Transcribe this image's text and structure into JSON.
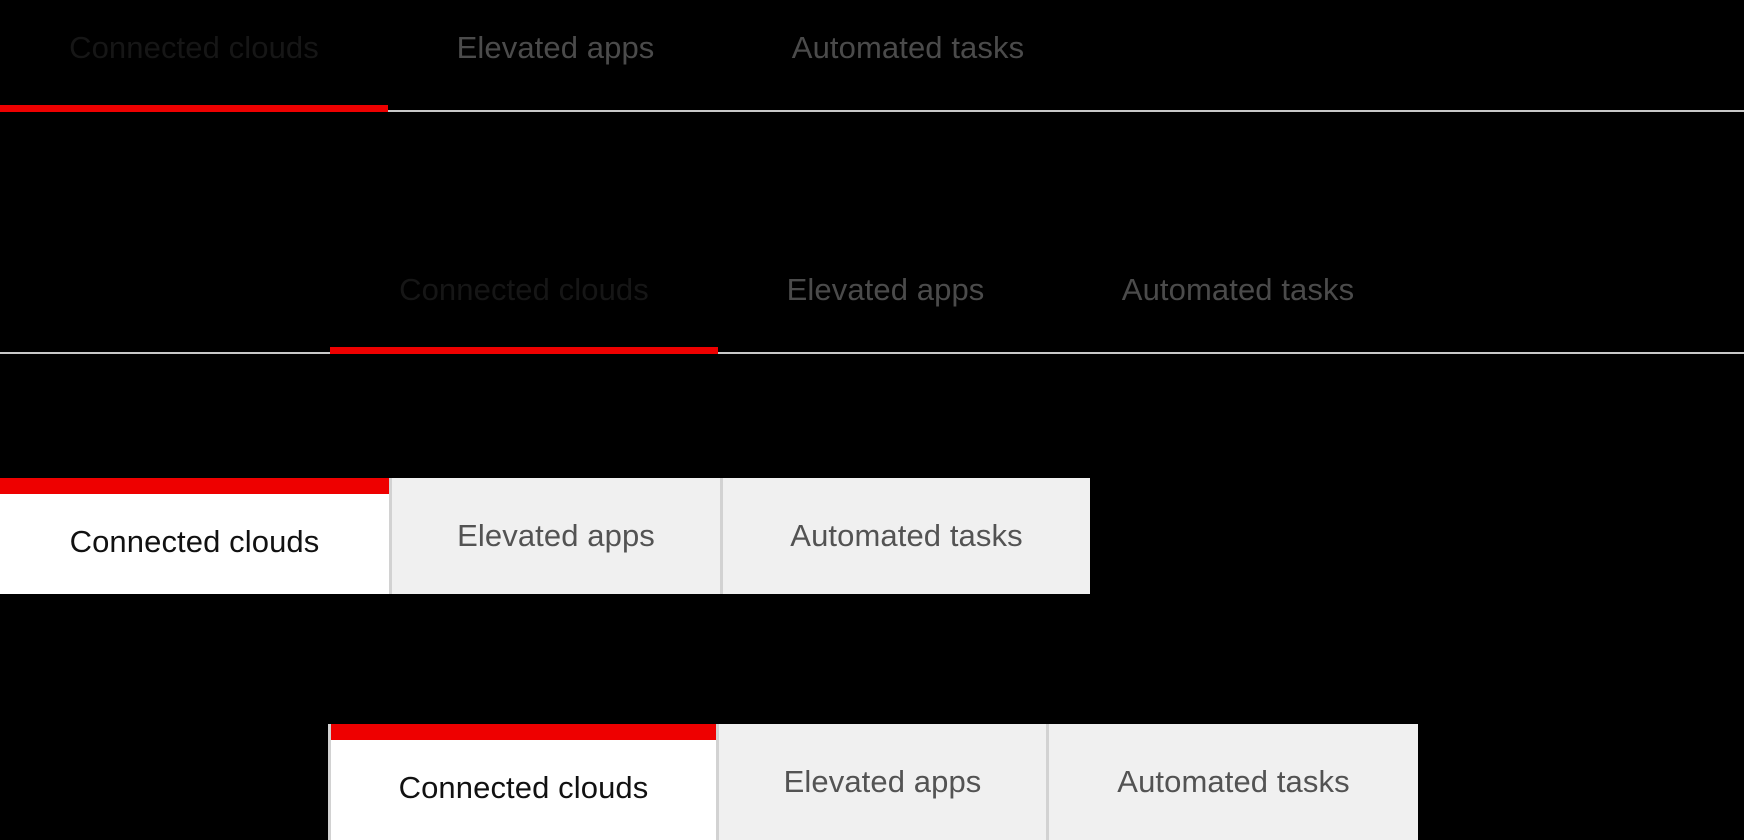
{
  "theme": {
    "page_background": "#000000",
    "accent_red": "#ee0000",
    "active_tab_surface": "#ffffff",
    "inactive_tab_surface": "#f0f0f0",
    "divider_gray": "#d2d2d2",
    "baseline_gray": "#c9c9c9",
    "active_text_on_dark": "#161616",
    "inactive_text_on_dark": "#4b4b4b",
    "active_text_on_light": "#111111",
    "inactive_text_on_light": "#535353"
  },
  "tab_labels": {
    "connected_clouds": "Connected clouds",
    "elevated_apps": "Elevated apps",
    "automated_tasks": "Automated tasks"
  },
  "variants": [
    {
      "id": "underline-flush",
      "style": "underline",
      "active_index": 0,
      "tabs": [
        {
          "label": "Connected clouds",
          "state": "active"
        },
        {
          "label": "Elevated apps",
          "state": "inactive"
        },
        {
          "label": "Automated tasks",
          "state": "inactive"
        }
      ]
    },
    {
      "id": "underline-indented",
      "style": "underline",
      "active_index": 0,
      "tabs": [
        {
          "label": "Connected clouds",
          "state": "active"
        },
        {
          "label": "Elevated apps",
          "state": "inactive"
        },
        {
          "label": "Automated tasks",
          "state": "inactive"
        }
      ]
    },
    {
      "id": "boxed-flush",
      "style": "boxed",
      "active_index": 0,
      "tabs": [
        {
          "label": "Connected clouds",
          "state": "active"
        },
        {
          "label": "Elevated apps",
          "state": "inactive"
        },
        {
          "label": "Automated tasks",
          "state": "inactive"
        }
      ]
    },
    {
      "id": "boxed-indented",
      "style": "boxed",
      "active_index": 0,
      "tabs": [
        {
          "label": "Connected clouds",
          "state": "active"
        },
        {
          "label": "Elevated apps",
          "state": "inactive"
        },
        {
          "label": "Automated tasks",
          "state": "inactive"
        }
      ]
    }
  ]
}
